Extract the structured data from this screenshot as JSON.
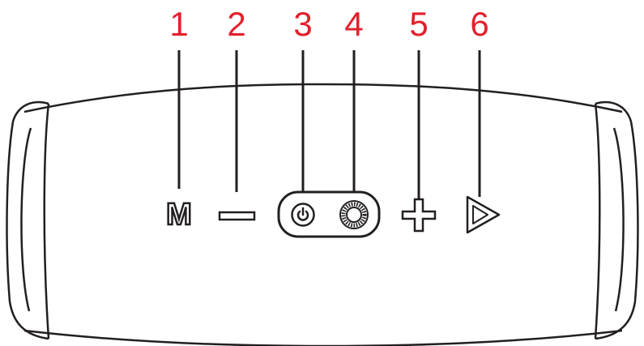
{
  "colors": {
    "callout": "#e3202d",
    "outline": "#231f20",
    "background": "#ffffff"
  },
  "device": {
    "buttons": [
      {
        "number": "1",
        "icon": "mode-m-icon",
        "glyph": "M"
      },
      {
        "number": "2",
        "icon": "minus-icon"
      },
      {
        "number": "3",
        "icon": "power-icon"
      },
      {
        "number": "4",
        "icon": "connect-ring-icon"
      },
      {
        "number": "5",
        "icon": "plus-icon"
      },
      {
        "number": "6",
        "icon": "play-icon"
      }
    ]
  }
}
